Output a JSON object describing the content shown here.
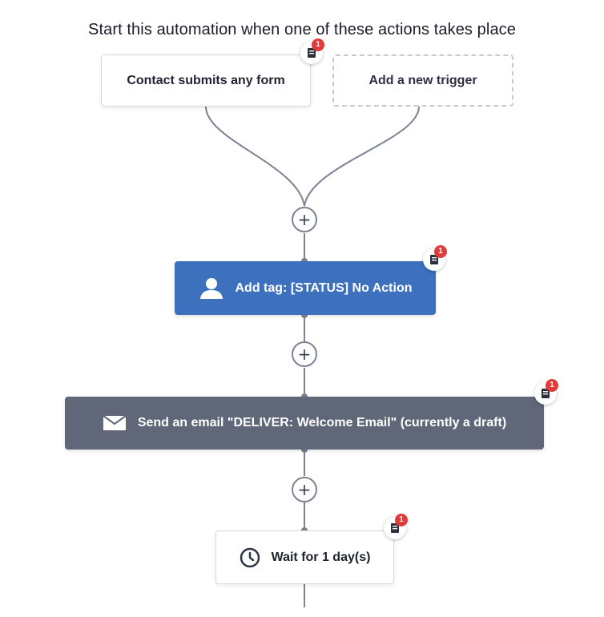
{
  "header": {
    "title": "Start this automation when one of these actions takes place"
  },
  "triggers": [
    {
      "label": "Contact submits any form",
      "badge_count": "1",
      "icon": "document-icon"
    },
    {
      "label": "Add a new trigger"
    }
  ],
  "add_step_symbol": "+",
  "steps": [
    {
      "type": "add-tag",
      "label": "Add tag: [STATUS] No Action",
      "icon": "user-icon",
      "color": "#3d70bd",
      "badge_count": "1"
    },
    {
      "type": "send-email",
      "label": "Send an email \"DELIVER: Welcome Email\" (currently a draft)",
      "icon": "envelope-icon",
      "color": "#5f6779",
      "badge_count": "1"
    },
    {
      "type": "wait",
      "label": "Wait for 1 day(s)",
      "icon": "clock-icon",
      "badge_count": "1"
    }
  ],
  "colors": {
    "connector": "#7c8294",
    "badge": "#e03a3a"
  }
}
